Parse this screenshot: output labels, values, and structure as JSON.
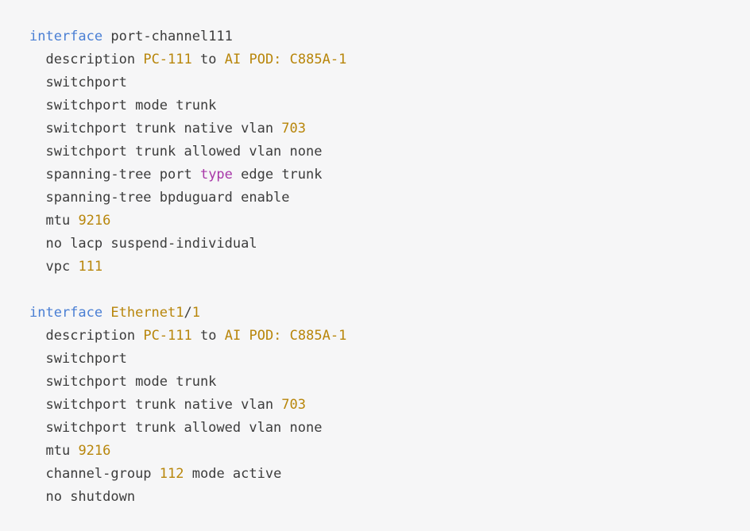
{
  "document": {
    "kind": "network-device-running-config",
    "background_color": "#f6f6f7",
    "syntax_colors": {
      "default": "#3c3c3c",
      "keyword": "#4a7fd4",
      "number": "#b8860b",
      "literal": "#b8860b",
      "type": "#a838a8"
    }
  },
  "clipped_top_line": " ",
  "blocks": [
    {
      "id": "port-channel111",
      "header": {
        "keyword": "interface",
        "name": "port-channel111"
      },
      "lines": [
        {
          "id": "description",
          "text": "description PC-111 to AI POD: C885A-1",
          "tokens": [
            {
              "t": "description",
              "c": "default"
            },
            {
              "t": " ",
              "c": "default"
            },
            {
              "t": "PC-111",
              "c": "literal"
            },
            {
              "t": " ",
              "c": "default"
            },
            {
              "t": "to",
              "c": "default"
            },
            {
              "t": " ",
              "c": "default"
            },
            {
              "t": "AI",
              "c": "literal"
            },
            {
              "t": " ",
              "c": "default"
            },
            {
              "t": "POD:",
              "c": "literal"
            },
            {
              "t": " ",
              "c": "default"
            },
            {
              "t": "C885A-1",
              "c": "literal"
            }
          ]
        },
        {
          "id": "switchport",
          "text": "switchport",
          "tokens": [
            {
              "t": "switchport",
              "c": "default"
            }
          ]
        },
        {
          "id": "switchport-mode-trunk",
          "text": "switchport mode trunk",
          "tokens": [
            {
              "t": "switchport mode trunk",
              "c": "default"
            }
          ]
        },
        {
          "id": "switchport-trunk-native-vlan",
          "text": "switchport trunk native vlan 703",
          "tokens": [
            {
              "t": "switchport trunk native vlan ",
              "c": "default"
            },
            {
              "t": "703",
              "c": "number"
            }
          ]
        },
        {
          "id": "switchport-trunk-allowed-vlan",
          "text": "switchport trunk allowed vlan none",
          "tokens": [
            {
              "t": "switchport trunk allowed vlan none",
              "c": "default"
            }
          ]
        },
        {
          "id": "spanning-tree-port-type",
          "text": "spanning-tree port type edge trunk",
          "tokens": [
            {
              "t": "spanning-tree port ",
              "c": "default"
            },
            {
              "t": "type",
              "c": "type"
            },
            {
              "t": " edge trunk",
              "c": "default"
            }
          ]
        },
        {
          "id": "spanning-tree-bpduguard",
          "text": "spanning-tree bpduguard enable",
          "tokens": [
            {
              "t": "spanning-tree bpduguard enable",
              "c": "default"
            }
          ]
        },
        {
          "id": "mtu",
          "text": "mtu 9216",
          "tokens": [
            {
              "t": "mtu ",
              "c": "default"
            },
            {
              "t": "9216",
              "c": "number"
            }
          ]
        },
        {
          "id": "no-lacp-suspend-individual",
          "text": "no lacp suspend-individual",
          "tokens": [
            {
              "t": "no lacp suspend-individual",
              "c": "default"
            }
          ]
        },
        {
          "id": "vpc",
          "text": "vpc 111",
          "tokens": [
            {
              "t": "vpc ",
              "c": "default"
            },
            {
              "t": "111",
              "c": "number"
            }
          ]
        }
      ]
    },
    {
      "id": "Ethernet1/1",
      "header": {
        "keyword": "interface",
        "name": "Ethernet1/1"
      },
      "lines": [
        {
          "id": "description",
          "text": "description PC-111 to AI POD: C885A-1",
          "tokens": [
            {
              "t": "description",
              "c": "default"
            },
            {
              "t": " ",
              "c": "default"
            },
            {
              "t": "PC-111",
              "c": "literal"
            },
            {
              "t": " ",
              "c": "default"
            },
            {
              "t": "to",
              "c": "default"
            },
            {
              "t": " ",
              "c": "default"
            },
            {
              "t": "AI",
              "c": "literal"
            },
            {
              "t": " ",
              "c": "default"
            },
            {
              "t": "POD:",
              "c": "literal"
            },
            {
              "t": " ",
              "c": "default"
            },
            {
              "t": "C885A-1",
              "c": "literal"
            }
          ]
        },
        {
          "id": "switchport",
          "text": "switchport",
          "tokens": [
            {
              "t": "switchport",
              "c": "default"
            }
          ]
        },
        {
          "id": "switchport-mode-trunk",
          "text": "switchport mode trunk",
          "tokens": [
            {
              "t": "switchport mode trunk",
              "c": "default"
            }
          ]
        },
        {
          "id": "switchport-trunk-native-vlan",
          "text": "switchport trunk native vlan 703",
          "tokens": [
            {
              "t": "switchport trunk native vlan ",
              "c": "default"
            },
            {
              "t": "703",
              "c": "number"
            }
          ]
        },
        {
          "id": "switchport-trunk-allowed-vlan",
          "text": "switchport trunk allowed vlan none",
          "tokens": [
            {
              "t": "switchport trunk allowed vlan none",
              "c": "default"
            }
          ]
        },
        {
          "id": "mtu",
          "text": "mtu 9216",
          "tokens": [
            {
              "t": "mtu ",
              "c": "default"
            },
            {
              "t": "9216",
              "c": "number"
            }
          ]
        },
        {
          "id": "channel-group",
          "text": "channel-group 112 mode active",
          "tokens": [
            {
              "t": "channel-group ",
              "c": "default"
            },
            {
              "t": "112",
              "c": "number"
            },
            {
              "t": " mode active",
              "c": "default"
            }
          ]
        },
        {
          "id": "no-shutdown",
          "text": "no shutdown",
          "tokens": [
            {
              "t": "no shutdown",
              "c": "default"
            }
          ]
        }
      ]
    }
  ],
  "interface_name_tokens": {
    "port-channel111": [
      {
        "t": "port-channel111",
        "c": "default"
      }
    ],
    "Ethernet1/1": [
      {
        "t": "Ethernet1",
        "c": "literal"
      },
      {
        "t": "/",
        "c": "punct"
      },
      {
        "t": "1",
        "c": "literal"
      }
    ]
  }
}
